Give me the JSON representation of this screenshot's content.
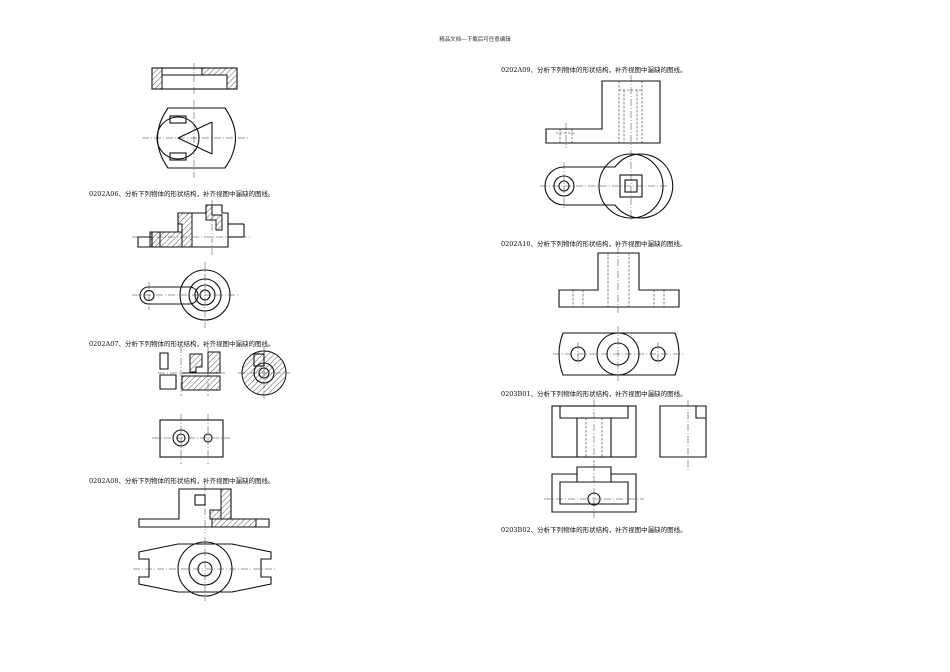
{
  "header": "精品文档---下载后可任意编辑",
  "captions": [
    "0202A06、分析下列物体的形状结构，补齐视图中漏缺的图线。",
    "0202A07、分析下列物体的形状结构，补齐视图中漏缺的图线。",
    "0202A08、分析下列物体的形状结构，补齐视图中漏缺的图线。",
    "0202A09、分析下列物体的形状结构，补齐视图中漏缺的图线。",
    "0202A10、分析下列物体的形状结构，补齐视图中漏缺的图线。",
    "0203B01、分析下列物体的形状结构，补齐视图中漏缺的图线。",
    "0203B02、分析下列物体的形状结构，补齐视图中漏缺的图线。"
  ]
}
